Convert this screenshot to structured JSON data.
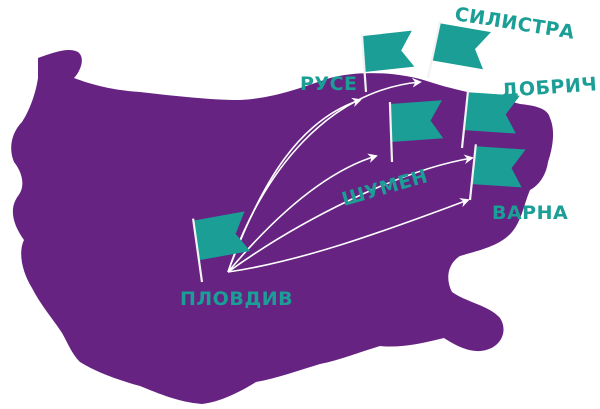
{
  "colors": {
    "country_fill": "#662382",
    "flag_fill": "#1a9e96",
    "flag_pole": "#f2f2f2",
    "route_arrow": "#ffffff"
  },
  "map": {
    "region_icon": "bulgaria-map-shape",
    "origin": {
      "name": "ПЛОВДИВ",
      "icon": "flag-icon"
    },
    "destinations": [
      {
        "name": "РУСЕ",
        "icon": "flag-icon"
      },
      {
        "name": "СИЛИСТРА",
        "icon": "flag-icon"
      },
      {
        "name": "ДОБРИЧ",
        "icon": "flag-icon"
      },
      {
        "name": "ШУМЕН",
        "icon": "flag-icon"
      },
      {
        "name": "ВАРНА",
        "icon": "flag-icon"
      }
    ]
  }
}
